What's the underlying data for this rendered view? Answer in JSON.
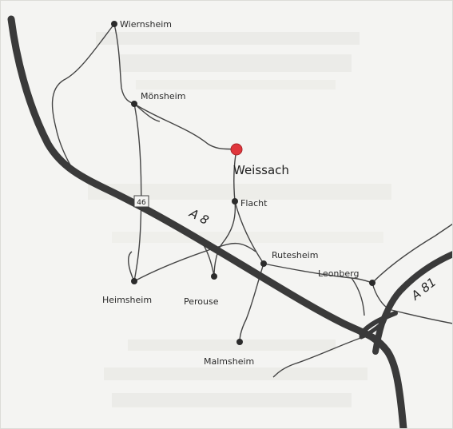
{
  "map": {
    "towns": [
      {
        "id": "wiernsheim",
        "label": "Wiernsheim"
      },
      {
        "id": "monsheim",
        "label": "Mönsheim"
      },
      {
        "id": "weissach",
        "label": "Weissach",
        "highlight_color": "#e0363c"
      },
      {
        "id": "flacht",
        "label": "Flacht"
      },
      {
        "id": "rutesheim",
        "label": "Rutesheim"
      },
      {
        "id": "leonberg",
        "label": "Leonberg"
      },
      {
        "id": "heimsheim",
        "label": "Heimsheim"
      },
      {
        "id": "perouse",
        "label": "Perouse"
      },
      {
        "id": "malmsheim",
        "label": "Malmsheim"
      }
    ],
    "highways": [
      {
        "id": "a8",
        "label": "A 8"
      },
      {
        "id": "a81",
        "label": "A 81"
      }
    ],
    "road_shield": {
      "label": "46"
    },
    "colors": {
      "background": "#f4f4f2",
      "highway": "#3a3a3a",
      "road": "#444444",
      "town_dot": "#2b2b2b",
      "highlight": "#e0363c"
    }
  }
}
